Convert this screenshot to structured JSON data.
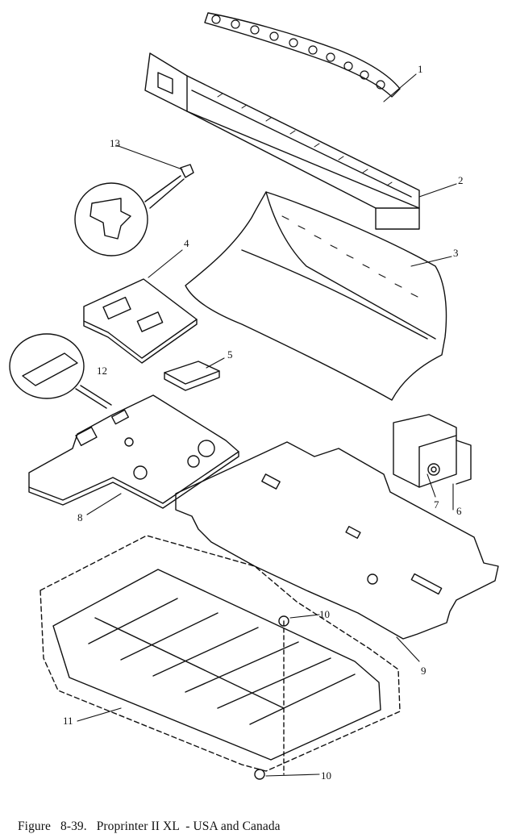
{
  "callouts": [
    "1",
    "2",
    "3",
    "4",
    "5",
    "6",
    "7",
    "8",
    "9",
    "10",
    "10",
    "11",
    "12",
    "13"
  ],
  "caption": {
    "figure_label": "Figure",
    "figure_number": "8-39.",
    "title": "Proprinter II XL  - USA and Canada"
  }
}
